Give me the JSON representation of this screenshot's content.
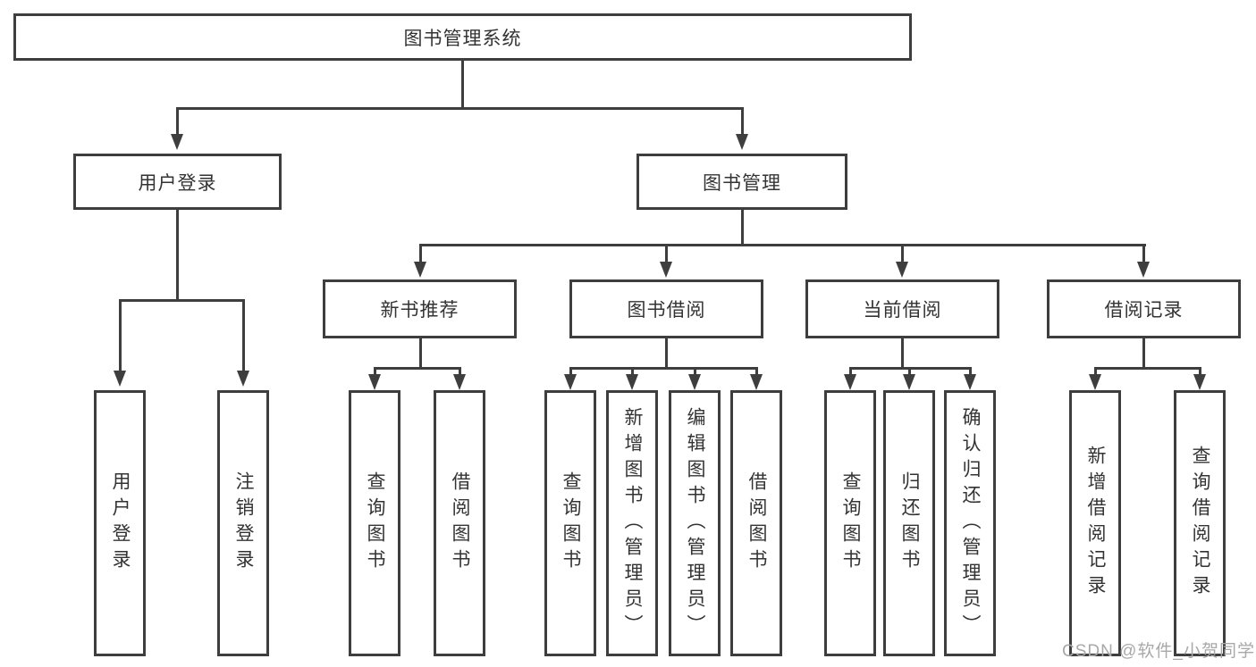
{
  "diagram": {
    "title": "图书管理系统",
    "colors": {
      "line": "#3e3e3e",
      "text": "#333333",
      "background": "#ffffff",
      "watermark_text": "#a8a8a8"
    },
    "nodes": {
      "root": {
        "label": "图书管理系统"
      },
      "level1": {
        "user_login": {
          "label": "用户登录"
        },
        "book_management": {
          "label": "图书管理"
        }
      },
      "level2": {
        "new_book_recommend": {
          "label": "新书推荐"
        },
        "book_borrowing": {
          "label": "图书借阅"
        },
        "current_borrowing": {
          "label": "当前借阅"
        },
        "borrowing_records": {
          "label": "借阅记录"
        }
      },
      "leaves": {
        "user_login_children": [
          {
            "label": "用户登录"
          },
          {
            "label": "注销登录"
          }
        ],
        "new_book_recommend_children": [
          {
            "label": "查询图书"
          },
          {
            "label": "借阅图书"
          }
        ],
        "book_borrowing_children": [
          {
            "label": "查询图书"
          },
          {
            "label": "新增图书（管理员）"
          },
          {
            "label": "编辑图书（管理员）"
          },
          {
            "label": "借阅图书"
          }
        ],
        "current_borrowing_children": [
          {
            "label": "查询图书"
          },
          {
            "label": "归还图书"
          },
          {
            "label": "确认归还（管理员）"
          }
        ],
        "borrowing_records_children": [
          {
            "label": "新增借阅记录"
          },
          {
            "label": "查询借阅记录"
          }
        ]
      }
    },
    "watermark": "CSDN @软件_小贺同学"
  }
}
